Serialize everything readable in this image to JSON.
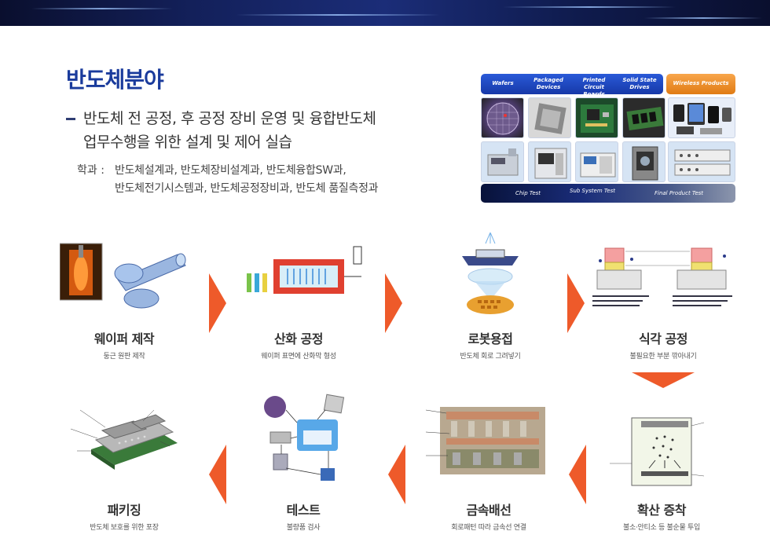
{
  "banner": {},
  "title": "반도체분야",
  "bullet": {
    "line1": "반도체 전 공정, 후 공정 장비 운영 및 융합반도체",
    "line2": "업무수행을 위한 설계 및 제어 실습"
  },
  "departments": {
    "label": "학과 :",
    "line1": "반도체설계과, 반도체장비설계과, 반도체융합SW과,",
    "line2": "반도체전기시스템과, 반도체공정장비과, 반도체 품질측정과"
  },
  "industry": {
    "headers": [
      "Wafers",
      "Packaged Devices",
      "Printed Circuit Boards",
      "Solid State Drives",
      "Wireless Products"
    ],
    "footers": [
      "Chip Test",
      "Sub System Test",
      "Final Product Test"
    ],
    "colors": {
      "blue": "#1638a8",
      "orange": "#e07b14"
    }
  },
  "steps": [
    {
      "name": "웨이퍼 제작",
      "desc": "둥근 원판 제작"
    },
    {
      "name": "산화 공정",
      "desc": "웨이퍼 표면에 산화막 형성"
    },
    {
      "name": "로봇용접",
      "desc": "반도체 회로 그려넣기"
    },
    {
      "name": "식각 공정",
      "desc": "불필요한 부분 깎아내기"
    },
    {
      "name": "확산 증착",
      "desc": "불소·안티소 등 불순물 투입"
    },
    {
      "name": "금속배선",
      "desc": "회로패턴 따라 금속선 연결"
    },
    {
      "name": "테스트",
      "desc": "불량품 검사"
    },
    {
      "name": "패키징",
      "desc": "반도체 보호를 위한 포장"
    }
  ],
  "accent": "#ee5a2a"
}
